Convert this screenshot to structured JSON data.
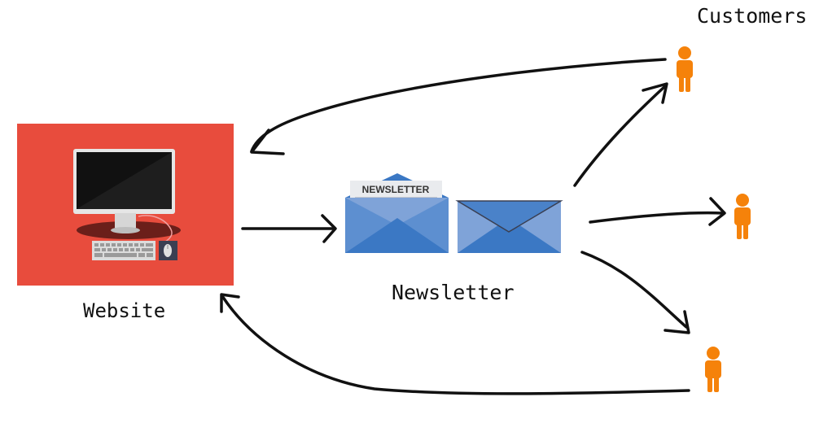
{
  "labels": {
    "website": "Website",
    "newsletter": "Newsletter",
    "customers": "Customers",
    "envelope_card": "NEWSLETTER"
  },
  "colors": {
    "website_bg": "#e84c3d",
    "customer": "#f5820a",
    "envelope_light": "#7fa3d8",
    "envelope_dark": "#3b78c4",
    "arrow": "#111111"
  },
  "icons": {
    "website": "desktop-computer-icon",
    "newsletter": "envelope-icon",
    "customer": "person-icon"
  }
}
